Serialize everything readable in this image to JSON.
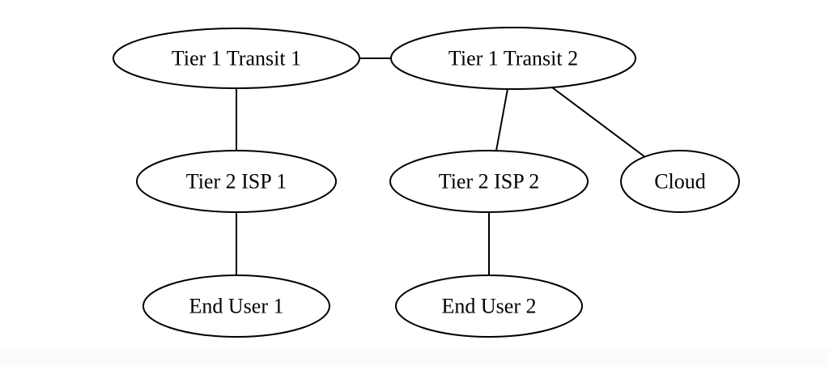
{
  "diagram": {
    "type": "network-topology",
    "nodes": {
      "tier1_transit_1": {
        "label": "Tier 1 Transit 1"
      },
      "tier1_transit_2": {
        "label": "Tier 1 Transit 2"
      },
      "tier2_isp_1": {
        "label": "Tier 2 ISP 1"
      },
      "tier2_isp_2": {
        "label": "Tier 2 ISP 2"
      },
      "cloud": {
        "label": "Cloud"
      },
      "end_user_1": {
        "label": "End User 1"
      },
      "end_user_2": {
        "label": "End User 2"
      }
    },
    "edges": [
      {
        "from": "tier1_transit_1",
        "to": "tier1_transit_2"
      },
      {
        "from": "tier1_transit_1",
        "to": "tier2_isp_1"
      },
      {
        "from": "tier1_transit_2",
        "to": "tier2_isp_2"
      },
      {
        "from": "tier1_transit_2",
        "to": "cloud"
      },
      {
        "from": "tier2_isp_1",
        "to": "end_user_1"
      },
      {
        "from": "tier2_isp_2",
        "to": "end_user_2"
      }
    ],
    "colors": {
      "stroke": "#000000",
      "fill": "#ffffff",
      "background": "#ffffff"
    }
  }
}
